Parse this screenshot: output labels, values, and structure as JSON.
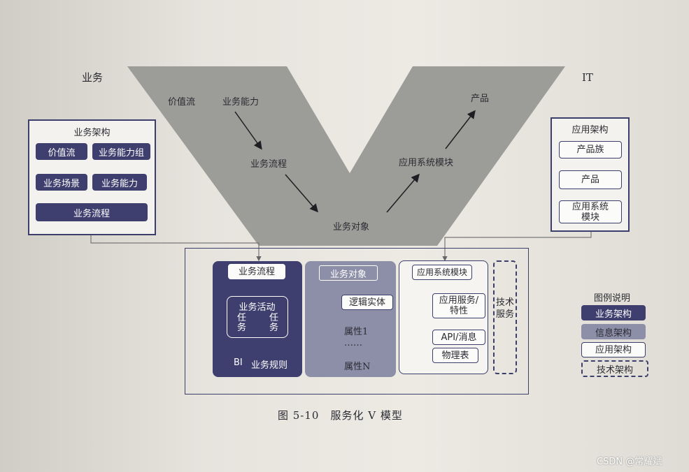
{
  "labels": {
    "business": "业务",
    "it": "IT",
    "value_stream": "价值流",
    "business_capability": "业务能力",
    "business_process": "业务流程",
    "business_object": "业务对象",
    "app_system_module": "应用系统模块",
    "product": "产品"
  },
  "business_architecture": {
    "title": "业务架构",
    "items": [
      "价值流",
      "业务能力组",
      "业务场景",
      "业务能力",
      "业务流程"
    ]
  },
  "application_architecture": {
    "title": "应用架构",
    "items": [
      "产品族",
      "产品",
      "应用系统\n模块"
    ]
  },
  "bottom": {
    "process_panel": {
      "title": "业务流程",
      "activity": "业务活动",
      "task_a": "任\n务",
      "task_b": "任\n务",
      "bi": "BI",
      "rules": "业务规则"
    },
    "object_panel": {
      "title": "业务对象",
      "entity": "逻辑实体",
      "attr1": "属性1",
      "ellipsis": "……",
      "attrn": "属性N"
    },
    "app_panel": {
      "title": "应用系统模块",
      "service": "应用服务/\n特性",
      "api": "API/消息",
      "table": "物理表"
    },
    "tech_panel": {
      "title": "技术\n服务"
    }
  },
  "legend": {
    "title": "图例说明",
    "items": [
      "业务架构",
      "信息架构",
      "应用架构",
      "技术架构"
    ]
  },
  "caption": "图 5-10　服务化 V 模型",
  "watermark": "CSDN @常耀斌",
  "colors": {
    "dark": "#3e3f6e",
    "grey": "#8d8ea8",
    "v_shape": "#9c9c98"
  }
}
